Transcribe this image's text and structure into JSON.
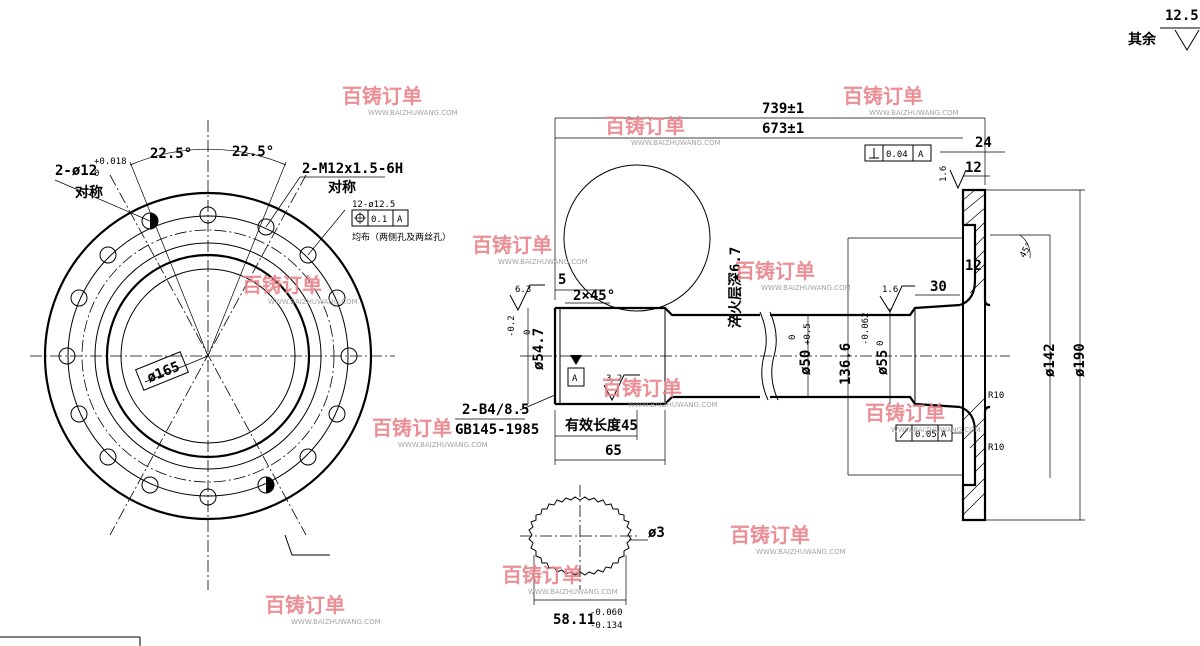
{
  "general_roughness": {
    "prefix": "其余",
    "value": "12.5"
  },
  "flange_view": {
    "hole_left": "2-ø12",
    "hole_left_tol": "+0.018",
    "hole_left_tol_low": "0",
    "hole_left_note": "对称",
    "angle_left": "22.5°",
    "angle_right": "22.5°",
    "thread": "2-M12x1.5-6H",
    "thread_note": "对称",
    "holes_callout": "12-ø12.5",
    "position_tol": "0.1",
    "datum": "A",
    "holes_note": "均布（两侧孔及两丝孔）",
    "bore_diameter": "ø165"
  },
  "shaft_view": {
    "overall_length_1": "739±1",
    "overall_length_2": "673±1",
    "flange_thickness": "24",
    "perp_tol": "0.04",
    "perp_datum": "A",
    "roughness_face": "1.6",
    "dim_12_top": "12",
    "dim_12_mid": "12",
    "chamfer_angle": "45°",
    "hardening_note": "淬火层深6.7",
    "roughness_spline": "6.3",
    "dim_5": "5",
    "chamfer": "2×45°",
    "spline_diameter": "ø54.7",
    "spline_tol_up": "0",
    "spline_tol_low": "-0.2",
    "datum_label": "A",
    "roughness_3_2": "3.2",
    "center_hole": "2-B4/8.5",
    "center_hole_std": "GB145-1985",
    "effective_length": "有效长度45",
    "dim_65": "65",
    "shaft_diameter": "ø50",
    "shaft_tol_up": "+0.5",
    "shaft_tol_low": "0",
    "dim_136_6": "136.6",
    "bearing_diameter": "ø55",
    "bearing_tol_up": "0",
    "bearing_tol_low": "-0.062",
    "roughness_bearing": "1.6",
    "dim_30": "30",
    "dim_142": "ø142",
    "dim_190": "ø190",
    "radius_1": "R10",
    "radius_2": "R10",
    "runout_tol": "0.05",
    "runout_datum": "A"
  },
  "spline_section": {
    "pin_diameter": "ø3",
    "over_pins": "58.11",
    "over_pins_tol_up": "-0.060",
    "over_pins_tol_low": "-0.134"
  },
  "watermark": {
    "brand": "百铸订单",
    "url": "WWW.BAIZHUWANG.COM"
  }
}
